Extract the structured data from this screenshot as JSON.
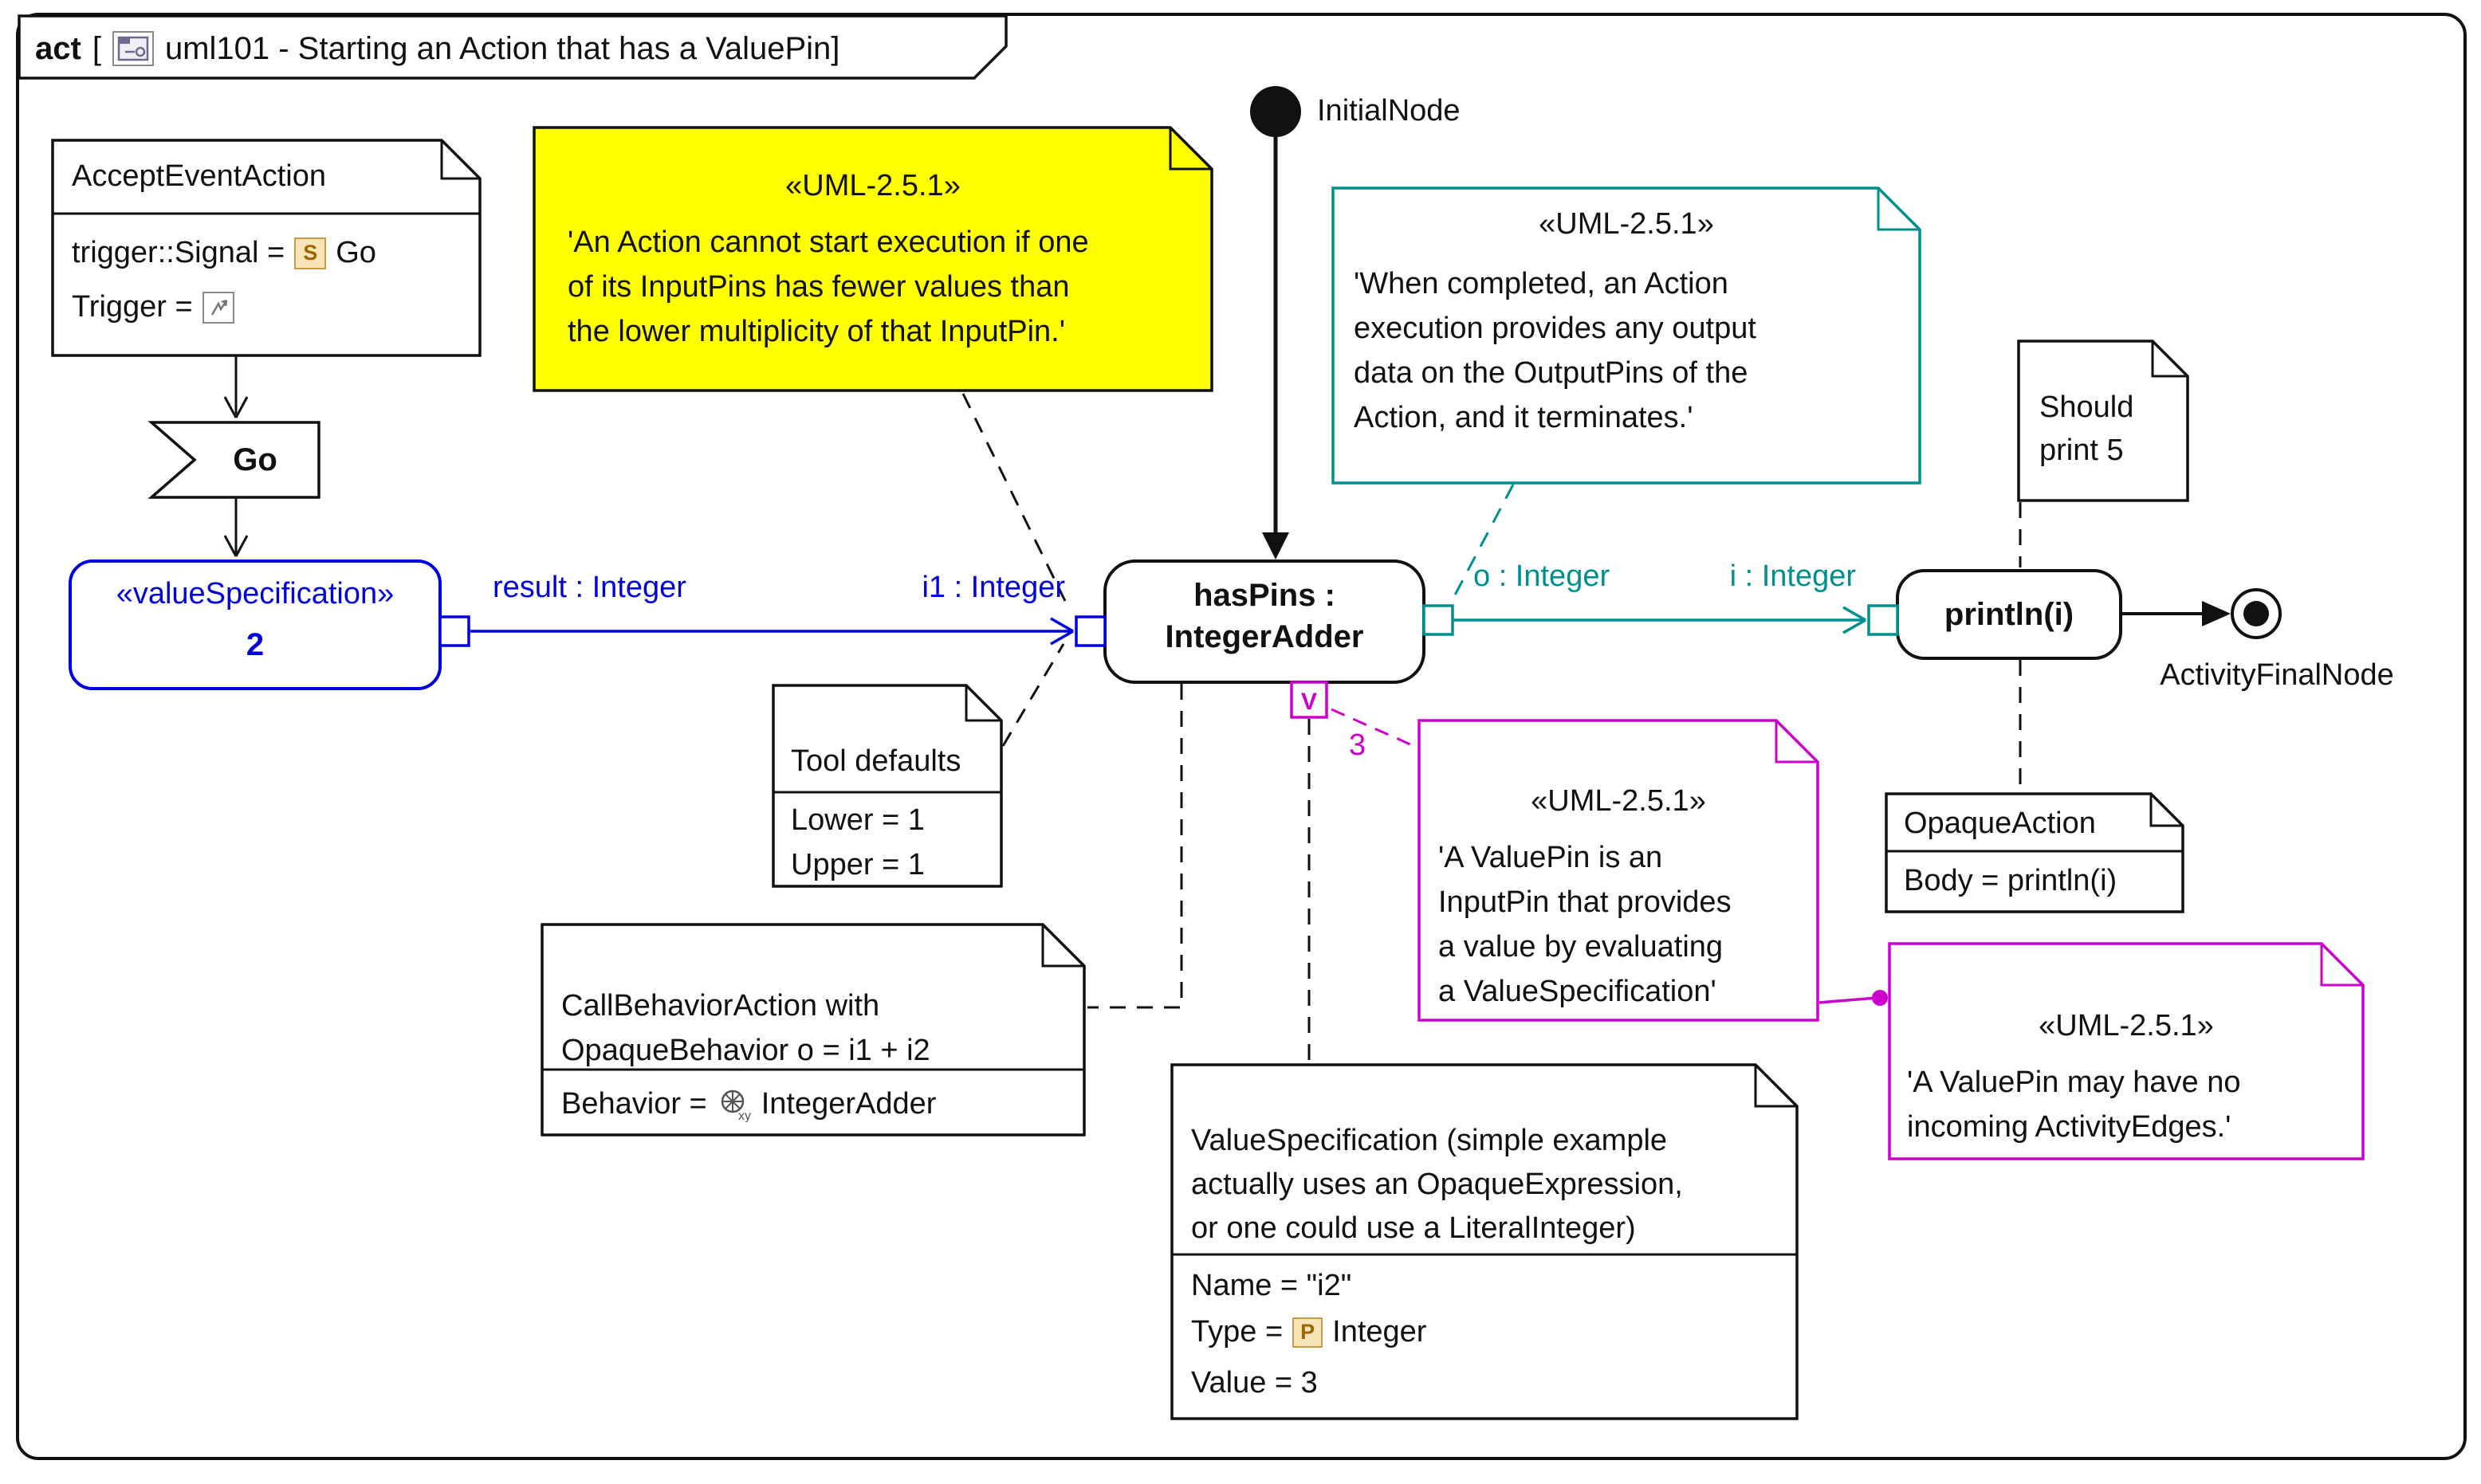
{
  "title": {
    "keyword": "act",
    "bracket": "[",
    "name": "uml101 - Starting an Action that has a ValuePin]"
  },
  "colors": {
    "blue": "#0000dd",
    "teal": "#008f8f",
    "magenta": "#cc00cc",
    "note_yellow": "#ffff00"
  },
  "accept_note": {
    "title": "AcceptEventAction",
    "signal_prefix": "trigger::Signal =",
    "signal_icon": "S",
    "signal_value": "Go",
    "trigger_prefix": "Trigger ="
  },
  "go_signal": {
    "label": "Go"
  },
  "initial_node": {
    "label": "InitialNode"
  },
  "final_node": {
    "label": "ActivityFinalNode"
  },
  "value_spec_action": {
    "stereotype": "«valueSpecification»",
    "value": "2"
  },
  "adder_action": {
    "name_line1": "hasPins :",
    "name_line2": "IntegerAdder"
  },
  "println_action": {
    "label": "println(i)"
  },
  "value_pin": {
    "glyph": "V",
    "value_label": "3"
  },
  "edge_labels": {
    "result": "result : Integer",
    "i1": "i1 : Integer",
    "o": "o : Integer",
    "i": "i : Integer"
  },
  "notes": {
    "yellow": {
      "header": "«UML-2.5.1»",
      "lines": [
        "'An Action cannot start execution if one",
        "of its InputPins has fewer values than",
        "the lower multiplicity of that InputPin.'"
      ]
    },
    "teal": {
      "header": "«UML-2.5.1»",
      "lines": [
        "'When completed, an Action",
        "execution provides any output",
        "data on the OutputPins of the",
        "Action, and it terminates.'"
      ]
    },
    "should_print": {
      "lines": [
        "Should",
        "print 5"
      ]
    },
    "tool_defaults": {
      "title": "Tool defaults",
      "rows": [
        "Lower = 1",
        "Upper = 1"
      ]
    },
    "call_behavior": {
      "lines": [
        "CallBehaviorAction with",
        "OpaqueBehavior o = i1 + i2"
      ],
      "behavior_prefix": "Behavior =",
      "behavior_value": "IntegerAdder"
    },
    "value_pin_note": {
      "header": "«UML-2.5.1»",
      "lines": [
        "'A ValuePin is an",
        "InputPin that provides",
        "a value by evaluating",
        "a ValueSpecification'"
      ]
    },
    "no_incoming": {
      "header": "«UML-2.5.1»",
      "lines": [
        "'A ValuePin may have no",
        "incoming ActivityEdges.'"
      ]
    },
    "opaque_action": {
      "title": "OpaqueAction",
      "row": "Body = println(i)"
    },
    "value_specification": {
      "lines": [
        "ValueSpecification (simple example",
        "actually uses an OpaqueExpression,",
        "or one could use a LiteralInteger)"
      ],
      "name_row": "Name = \"i2\"",
      "type_prefix": "Type =",
      "type_icon": "P",
      "type_value": "Integer",
      "value_row": "Value = 3"
    }
  }
}
